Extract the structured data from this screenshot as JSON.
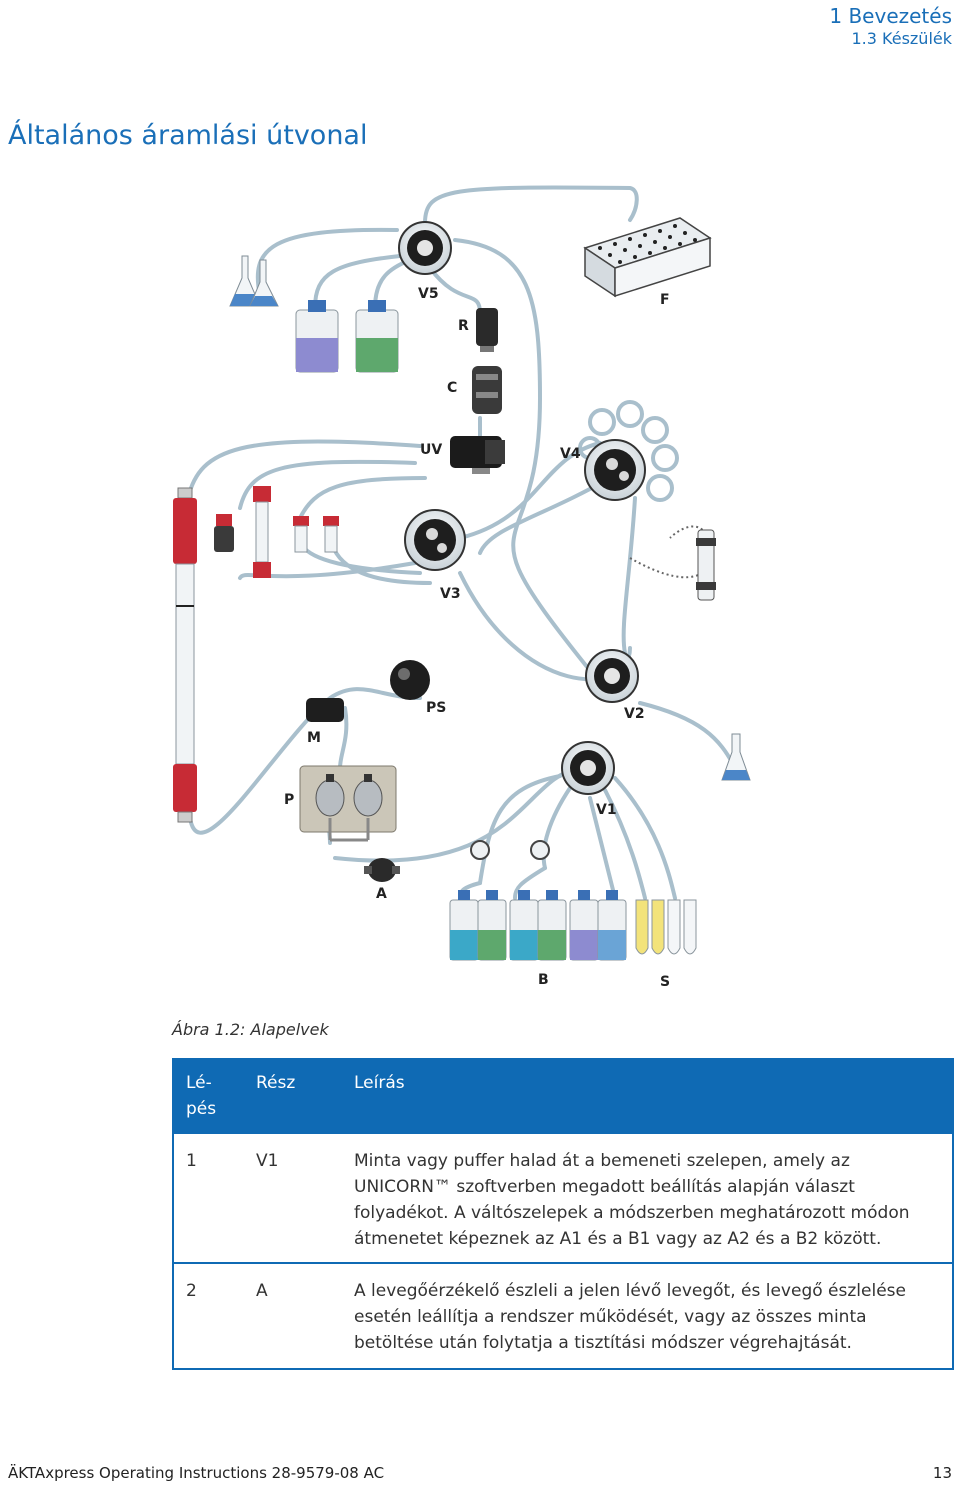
{
  "header": {
    "chapter": "1  Bevezetés",
    "section": "1.3  Készülék"
  },
  "page_title": "Általános áramlási útvonal",
  "diagram_labels": {
    "V5": "V5",
    "F": "F",
    "R": "R",
    "C": "C",
    "UV": "UV",
    "V4": "V4",
    "V3": "V3",
    "PS": "PS",
    "V2": "V2",
    "M": "M",
    "P": "P",
    "V1": "V1",
    "A": "A",
    "B": "B",
    "S": "S"
  },
  "figure_caption": "Ábra 1.2: Alapelvek",
  "table": {
    "headers": {
      "step": "Lé- pés",
      "part": "Rész",
      "description": "Leírás"
    },
    "rows": [
      {
        "step": "1",
        "part": "V1",
        "description": "Minta vagy puffer halad át a bemeneti szelepen, amely az UNICORN™ szoftverben megadott beállítás alapján választ folyadékot. A váltószelepek a módszerben meghatározott módon átmenetet képeznek az A1 és a B1 vagy az A2 és a B2 között."
      },
      {
        "step": "2",
        "part": "A",
        "description": "A levegőérzékelő észleli a jelen lévő levegőt, és levegő észlelése esetén leállítja a rendszer működését, vagy az összes minta betöltése után folytatja a tisztítási módszer végrehajtását."
      }
    ]
  },
  "footer": {
    "manual": "ÄKTAxpress Operating Instructions 28-9579-08 AC",
    "page_number": "13"
  },
  "colors": {
    "accent": "#1a6fb8",
    "table_header": "#0f6ab4",
    "tubing": "#a9bfcc"
  }
}
